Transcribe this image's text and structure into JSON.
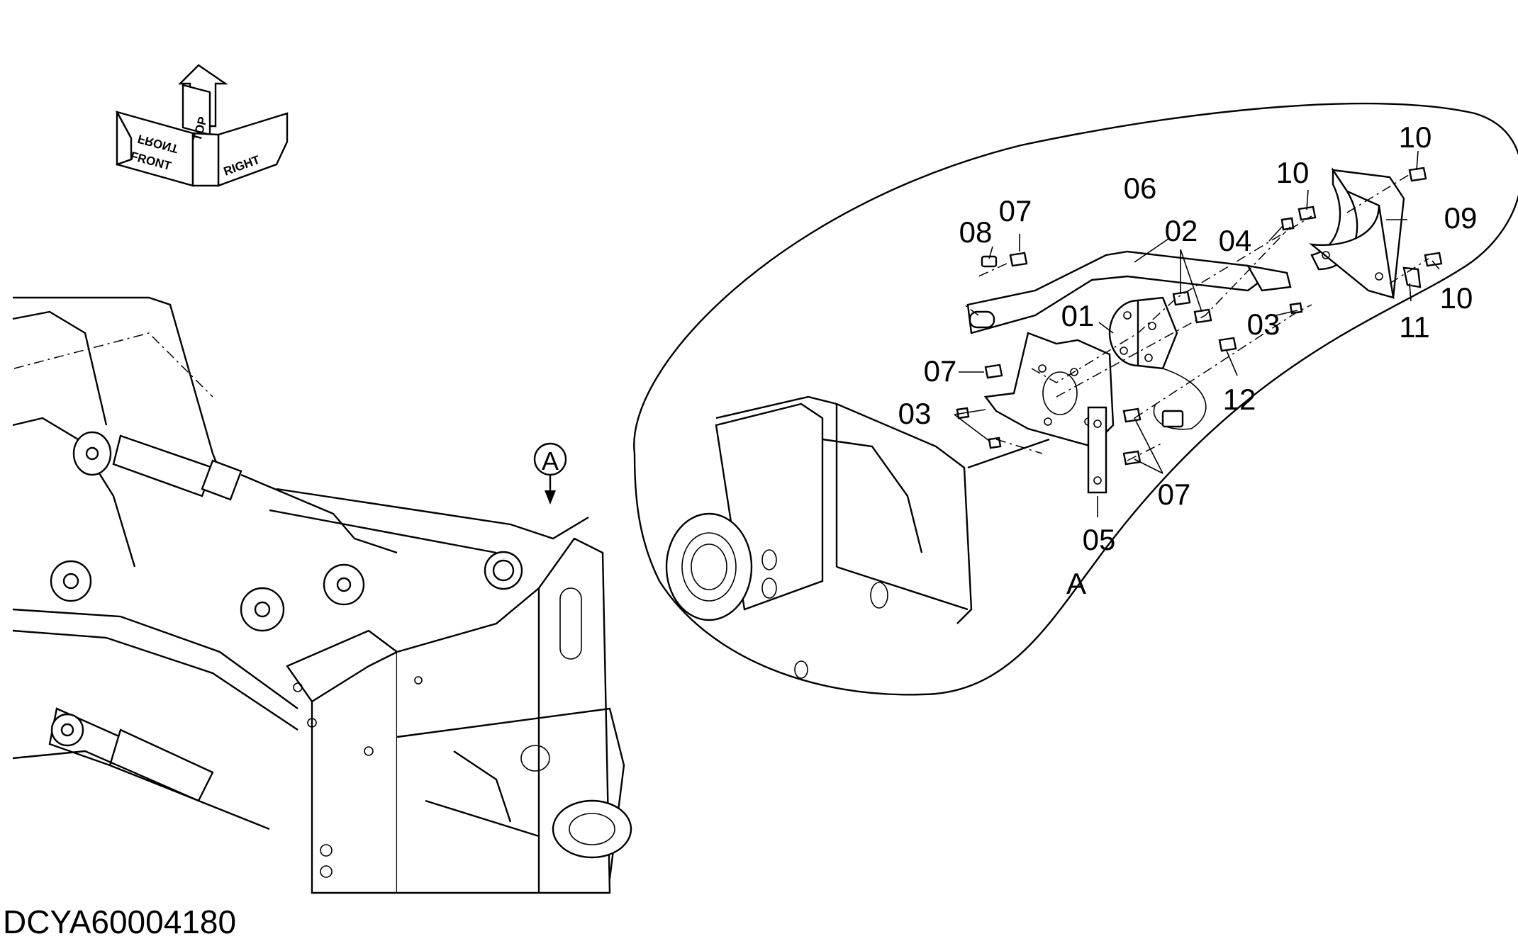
{
  "orientation": {
    "front_label": "FRONT",
    "top_label": "TOP",
    "right_label": "RIGHT"
  },
  "detail_marker": {
    "label": "A"
  },
  "detail_view": {
    "label": "A"
  },
  "callouts": [
    {
      "id": "c10a",
      "text": "10"
    },
    {
      "id": "c10b",
      "text": "10"
    },
    {
      "id": "c10c",
      "text": "10"
    },
    {
      "id": "c06",
      "text": "06"
    },
    {
      "id": "c07a",
      "text": "07"
    },
    {
      "id": "c08",
      "text": "08"
    },
    {
      "id": "c02",
      "text": "02"
    },
    {
      "id": "c04",
      "text": "04"
    },
    {
      "id": "c09",
      "text": "09"
    },
    {
      "id": "c01",
      "text": "01"
    },
    {
      "id": "c03a",
      "text": "03"
    },
    {
      "id": "c11",
      "text": "11"
    },
    {
      "id": "c07b",
      "text": "07"
    },
    {
      "id": "c03b",
      "text": "03"
    },
    {
      "id": "c12",
      "text": "12"
    },
    {
      "id": "c07c",
      "text": "07"
    },
    {
      "id": "c05",
      "text": "05"
    }
  ],
  "drawing_number": "DCYA60004180",
  "colors": {
    "line": "#000000",
    "background": "#ffffff"
  }
}
